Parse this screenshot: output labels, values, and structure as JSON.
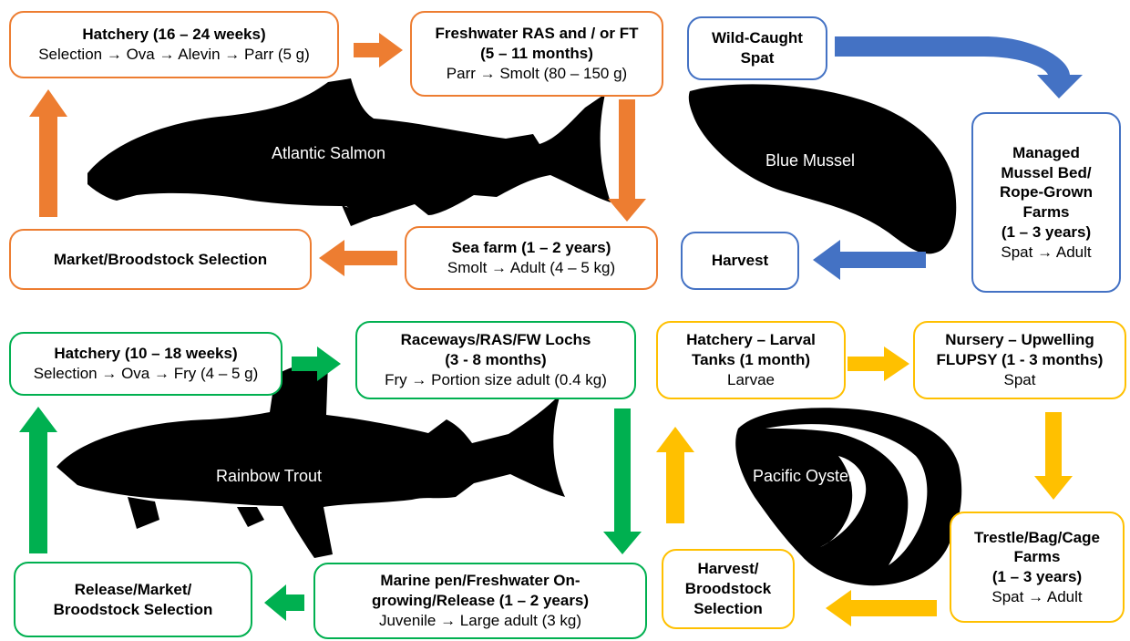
{
  "colors": {
    "salmon": "#ED7D31",
    "mussel": "#4472C4",
    "trout": "#00B050",
    "oyster": "#FFC000",
    "silhouette": "#000000"
  },
  "salmon": {
    "species_label": "Atlantic Salmon",
    "hatchery": {
      "title": "Hatchery (16 – 24 weeks)",
      "detail": "Selection → Ova → Alevin → Parr (5 g)"
    },
    "freshwater": {
      "title_line1": "Freshwater RAS and / or FT",
      "title_line2": "(5 – 11 months)",
      "detail": "Parr → Smolt (80 – 150 g)"
    },
    "sea_farm": {
      "title": "Sea farm (1 – 2 years)",
      "detail": "Smolt → Adult (4 – 5 kg)"
    },
    "market": {
      "title": "Market/Broodstock Selection"
    }
  },
  "mussel": {
    "species_label": "Blue Mussel",
    "spat": {
      "title_line1": "Wild-Caught",
      "title_line2": "Spat"
    },
    "managed": {
      "title_line1": "Managed",
      "title_line2": "Mussel Bed/",
      "title_line3": "Rope-Grown",
      "title_line4": "Farms",
      "title_line5": "(1 – 3 years)",
      "detail": "Spat → Adult"
    },
    "harvest": {
      "title": "Harvest"
    }
  },
  "trout": {
    "species_label": "Rainbow Trout",
    "hatchery": {
      "title": "Hatchery (10 – 18 weeks)",
      "detail": "Selection → Ova → Fry (4 – 5 g)"
    },
    "raceways": {
      "title_line1": "Raceways/RAS/FW Lochs",
      "title_line2": "(3 - 8 months)",
      "detail": "Fry → Portion size adult (0.4 kg)"
    },
    "marine": {
      "title_line1": "Marine pen/Freshwater On-",
      "title_line2": "growing/Release (1 – 2 years)",
      "detail": "Juvenile → Large adult (3 kg)"
    },
    "release": {
      "title_line1": "Release/Market/",
      "title_line2": "Broodstock Selection"
    }
  },
  "oyster": {
    "species_label": "Pacific Oyster",
    "hatchery": {
      "title_line1": "Hatchery – Larval",
      "title_line2": "Tanks (1 month)",
      "detail": "Larvae"
    },
    "nursery": {
      "title_line1": "Nursery – Upwelling",
      "title_line2": "FLUPSY (1 - 3 months)",
      "detail": "Spat"
    },
    "trestle": {
      "title_line1": "Trestle/Bag/Cage",
      "title_line2": "Farms",
      "title_line3": "(1 – 3 years)",
      "detail": "Spat → Adult"
    },
    "harvest": {
      "title_line1": "Harvest/",
      "title_line2": "Broodstock",
      "title_line3": "Selection"
    }
  }
}
